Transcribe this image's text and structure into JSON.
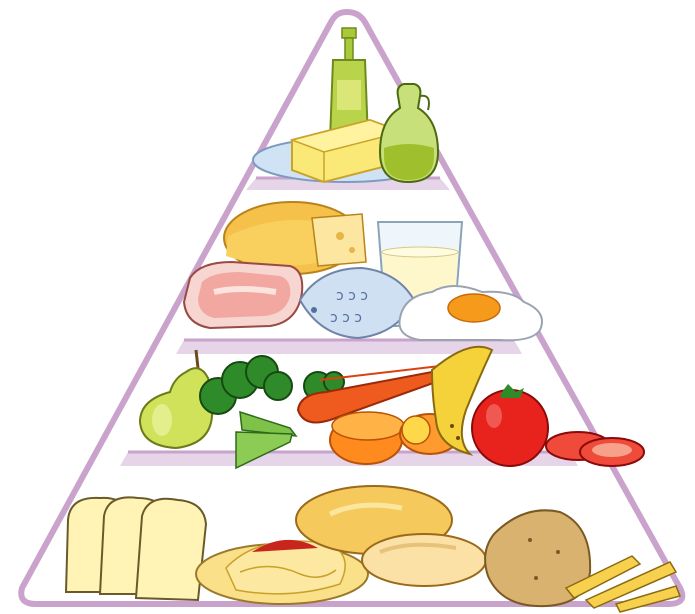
{
  "illustration": {
    "subject": "",
    "tiers": [
      {
        "name": "fats-oils",
        "items": [
          "oil-bottle",
          "butter-dish",
          "oil-cruet"
        ]
      },
      {
        "name": "dairy-protein",
        "items": [
          "cheese-wheel",
          "milk-glass",
          "ham-slice",
          "fish",
          "fried-egg"
        ]
      },
      {
        "name": "fruits-vegetables",
        "items": [
          "pear",
          "broccoli",
          "carrots",
          "orange-slices",
          "banana",
          "tomato",
          "tomato-slices"
        ]
      },
      {
        "name": "grains-starches",
        "items": [
          "bread-slices",
          "spaghetti-plate",
          "bread-roll",
          "potato",
          "fries"
        ]
      }
    ]
  },
  "colors": {
    "pyramid_outline": "#c9a3cc",
    "pyramid_fill": "#ffffff",
    "shelf_shadow": "#e6d4e8",
    "butter": "#fbe977",
    "oil": "#a9c83a",
    "cheese": "#f6c14a",
    "milk": "#fff7cc",
    "ham": "#f3a7a1",
    "fish": "#cfe0f2",
    "egg_yolk": "#f59a1b",
    "pear": "#cfe25a",
    "broccoli": "#2f8b2a",
    "carrot": "#ef5a1e",
    "orange": "#ff8a1e",
    "banana": "#f5d23a",
    "tomato": "#e8221c",
    "bread": "#fff3b6",
    "roll": "#f6c95c",
    "potato": "#d9b270",
    "fries": "#f7d04d",
    "spaghetti": "#fbe08a",
    "sauce": "#c8261c"
  }
}
